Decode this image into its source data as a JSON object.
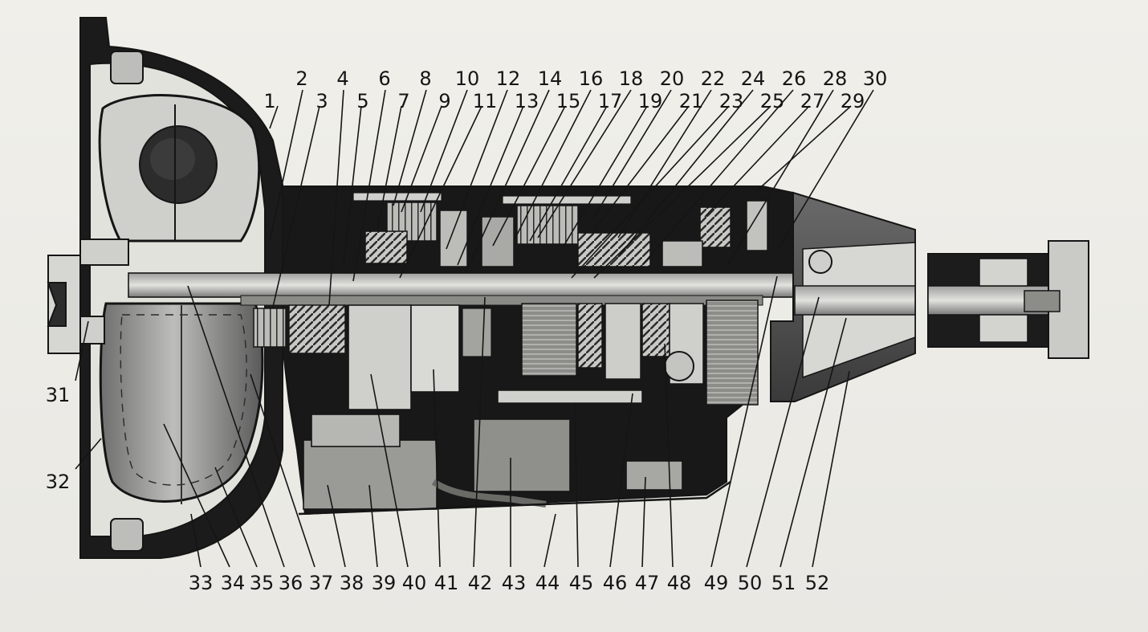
{
  "callouts": {
    "top": [
      "1",
      "2",
      "3",
      "4",
      "5",
      "6",
      "7",
      "8",
      "9",
      "10",
      "11",
      "12",
      "13",
      "14",
      "15",
      "16",
      "17",
      "18",
      "19",
      "20",
      "21",
      "22",
      "23",
      "24",
      "25",
      "26",
      "27",
      "28",
      "29",
      "30"
    ],
    "left": [
      "31",
      "32"
    ],
    "bottom": [
      "33",
      "34",
      "35",
      "36",
      "37",
      "38",
      "39",
      "40",
      "41",
      "42",
      "43",
      "44",
      "45",
      "46",
      "47",
      "48",
      "49",
      "50",
      "51",
      "52"
    ]
  },
  "colors": {
    "paper": "#ecebe6",
    "ink": "#151515",
    "casting_dark": "#1c1c1c",
    "casting_mid": "#5a5a5a",
    "casting_light": "#9a9a9a",
    "highlight": "#d8d8d4"
  }
}
